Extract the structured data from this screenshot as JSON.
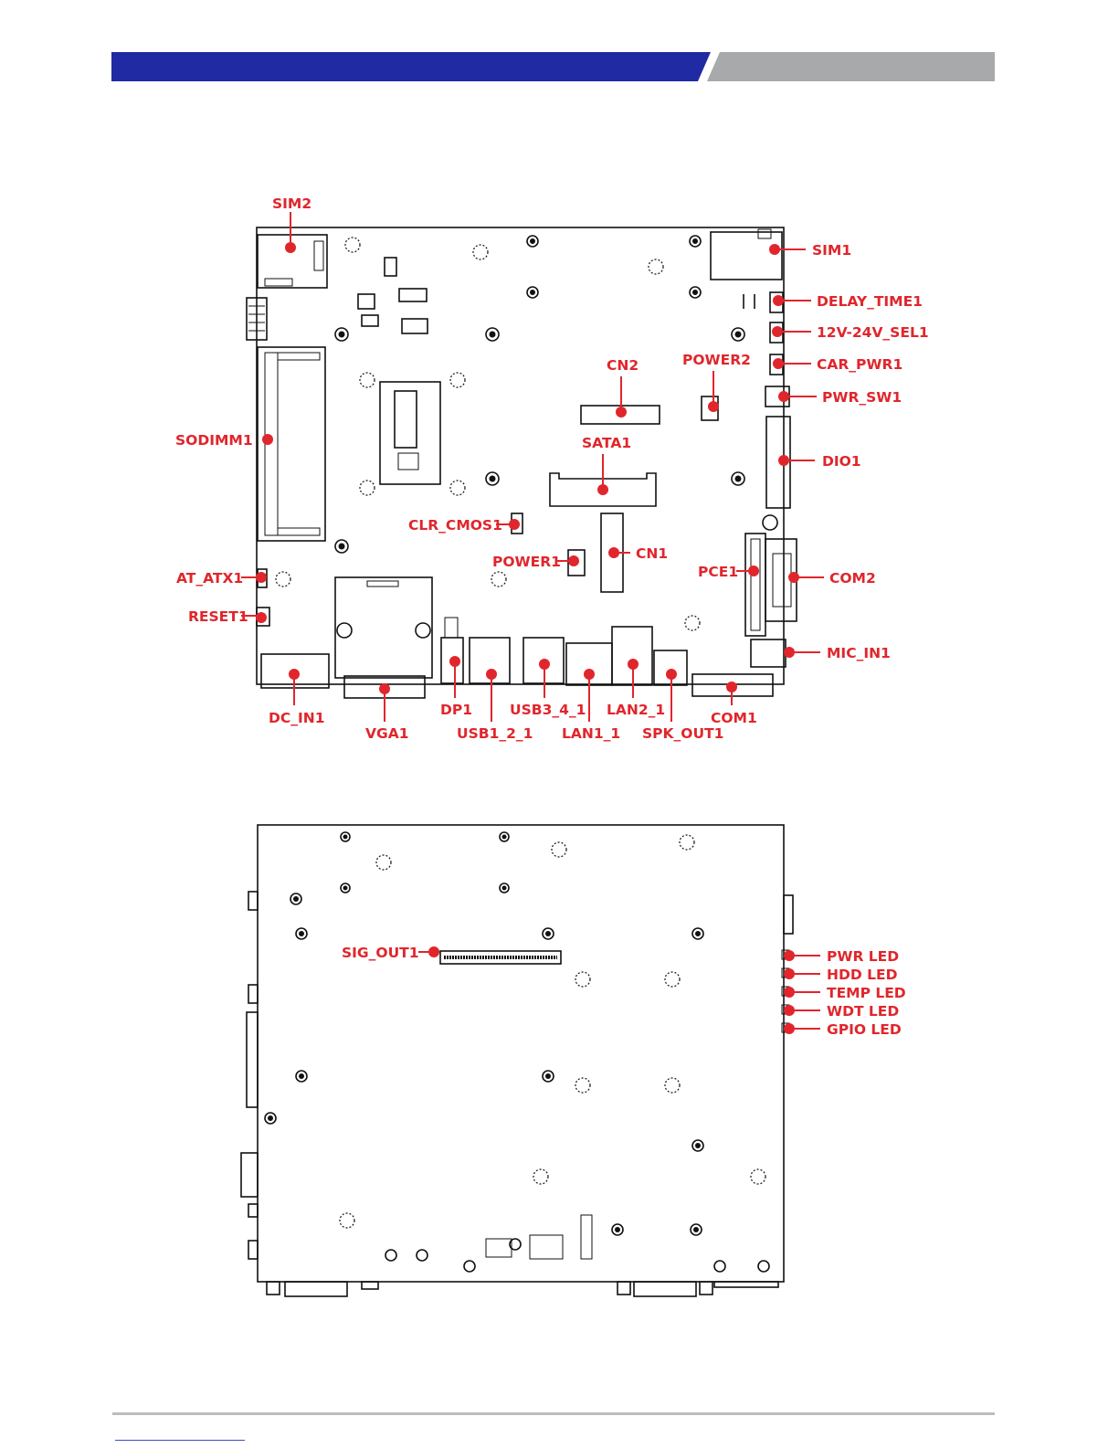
{
  "colors": {
    "header_blue": "#1f2aa3",
    "header_gray": "#a7a9ab",
    "label_red": "#e0262c",
    "footer_rule": "#bdbdbd",
    "footer_link": "#3a4bd0"
  },
  "top_view": {
    "labels": {
      "sim2": "SIM2",
      "sim1": "SIM1",
      "delay_time1": "DELAY_TIME1",
      "sel1": "12V-24V_SEL1",
      "car_pwr1": "CAR_PWR1",
      "pwr_sw1": "PWR_SW1",
      "dio1": "DIO1",
      "cn2": "CN2",
      "power2": "POWER2",
      "sata1": "SATA1",
      "sodimm1": "SODIMM1",
      "clr_cmos1": "CLR_CMOS1",
      "cn1": "CN1",
      "power1": "POWER1",
      "pce1": "PCE1",
      "com2": "COM2",
      "at_atx1": "AT_ATX1",
      "reset1": "RESET1",
      "mic_in1": "MIC_IN1",
      "dc_in1": "DC_IN1",
      "vga1": "VGA1",
      "dp1": "DP1",
      "usb1_2_1": "USB1_2_1",
      "usb3_4_1": "USB3_4_1",
      "lan1_1": "LAN1_1",
      "lan2_1": "LAN2_1",
      "spk_out1": "SPK_OUT1",
      "com1": "COM1"
    }
  },
  "bottom_view": {
    "labels": {
      "sig_out1": "SIG_OUT1",
      "pwr_led": "PWR LED",
      "hdd_led": "HDD LED",
      "temp_led": "TEMP LED",
      "wdt_led": "WDT LED",
      "gpio_led": "GPIO LED"
    }
  }
}
